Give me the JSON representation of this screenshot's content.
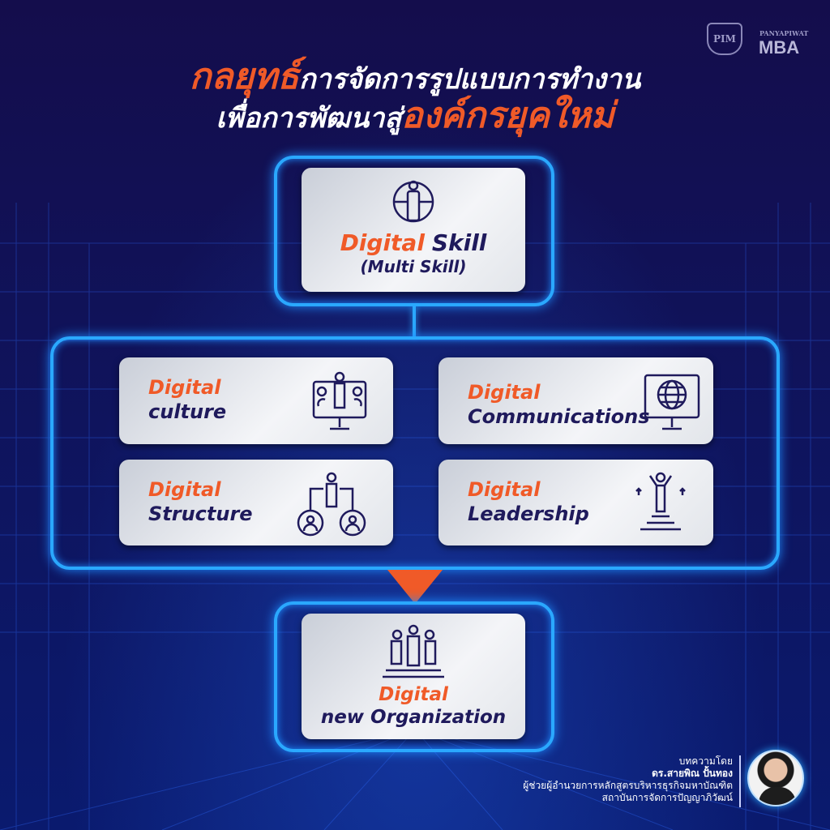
{
  "header": {
    "title_line1_highlight": "กลยุทธ์",
    "title_line1_rest": "การจัดการรูปแบบการทำงาน",
    "title_line2_rest": "เพื่อการพัฒนาสู่",
    "title_line2_highlight": "องค์กรยุคใหม่"
  },
  "logos": {
    "pim": "PIM",
    "brand_small": "PANYAPIWAT",
    "brand_big": "MBA"
  },
  "top": {
    "word1": "Digital",
    "word2": "Skill",
    "sub": "(Multi Skill)"
  },
  "cards": [
    {
      "l1": "Digital",
      "l2": "culture"
    },
    {
      "l1": "Digital",
      "l2": "Communications"
    },
    {
      "l1": "Digital",
      "l2": "Structure"
    },
    {
      "l1": "Digital",
      "l2": "Leadership"
    }
  ],
  "bottom": {
    "l1": "Digital",
    "l2": "new Organization"
  },
  "author": {
    "by": "บทความโดย",
    "name": "ดร.สายพิณ ปั้นทอง",
    "position": "ผู้ช่วยผู้อำนวยการหลักสูตรบริหารธุรกิจมหาบัณฑิต",
    "org": "สถาบันการจัดการปัญญาภิวัฒน์"
  },
  "colors": {
    "accent": "#f05a28",
    "navy": "#1f1a5c",
    "glow": "#2aa8ff"
  }
}
